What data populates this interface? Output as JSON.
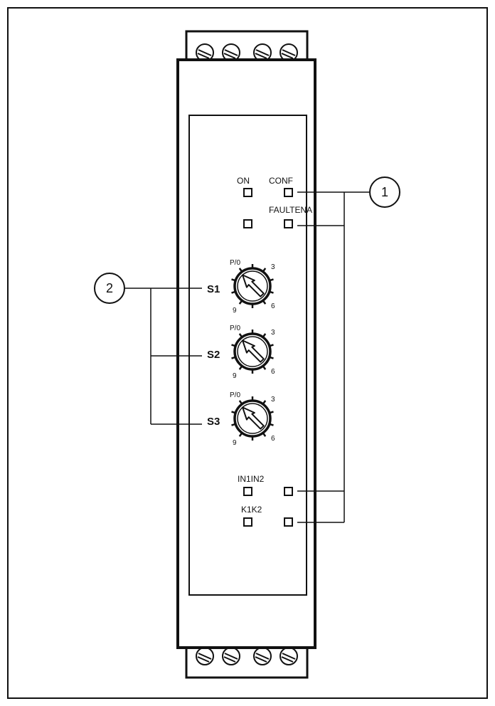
{
  "callouts": [
    {
      "number": "1"
    },
    {
      "number": "2"
    }
  ],
  "leds": {
    "on": "ON",
    "conf": "CONF",
    "fault_ena": "FAULTENA",
    "in1_in2": "IN1IN2",
    "k1_k2": "K1K2"
  },
  "switches": [
    {
      "label": "S1",
      "scale": {
        "p0": "P/0",
        "three": "3",
        "six": "6",
        "nine": "9"
      }
    },
    {
      "label": "S2",
      "scale": {
        "p0": "P/0",
        "three": "3",
        "six": "6",
        "nine": "9"
      }
    },
    {
      "label": "S3",
      "scale": {
        "p0": "P/0",
        "three": "3",
        "six": "6",
        "nine": "9"
      }
    }
  ],
  "colors": {
    "line": "#111111",
    "background": "#ffffff"
  }
}
